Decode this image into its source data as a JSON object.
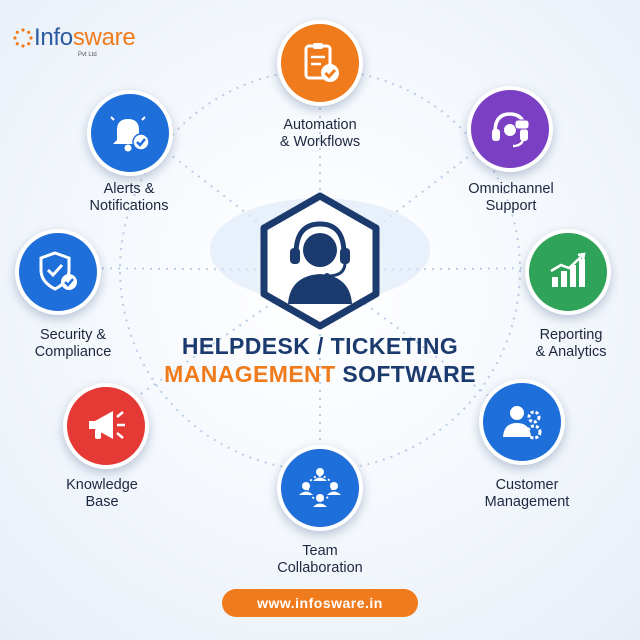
{
  "logo": {
    "name_main": "Info",
    "name_accent": "sware",
    "subtitle": "Pvt Ltd"
  },
  "title": {
    "line1": "HELPDESK / TICKETING",
    "line2_accent": "MANAGEMENT",
    "line2_rest": "SOFTWARE"
  },
  "features": [
    {
      "line1": "Automation",
      "line2": "& Workflows"
    },
    {
      "line1": "Omnichannel",
      "line2": "Support"
    },
    {
      "line1": "Reporting",
      "line2": "& Analytics"
    },
    {
      "line1": "Customer",
      "line2": "Management"
    },
    {
      "line1": "Team",
      "line2": "Collaboration"
    },
    {
      "line1": "Knowledge",
      "line2": "Base"
    },
    {
      "line1": "Security &",
      "line2": "Compliance"
    },
    {
      "line1": "Alerts &",
      "line2": "Notifications"
    }
  ],
  "icons": {
    "center": "headset-agent-icon",
    "automation": "checklist-gear-icon",
    "omnichannel": "headset-chat-icon",
    "reporting": "bar-chart-growth-icon",
    "customer": "user-gears-icon",
    "team": "people-network-icon",
    "knowledge": "megaphone-icon",
    "security": "shield-check-icon",
    "alerts": "bell-check-icon"
  },
  "colors": {
    "orange": "#f07b1c",
    "purple": "#7b3fc4",
    "green": "#2fa35a",
    "blue": "#1e6fd9",
    "red": "#e53935",
    "navy": "#1b3a6e"
  },
  "website": "www.infosware.in"
}
